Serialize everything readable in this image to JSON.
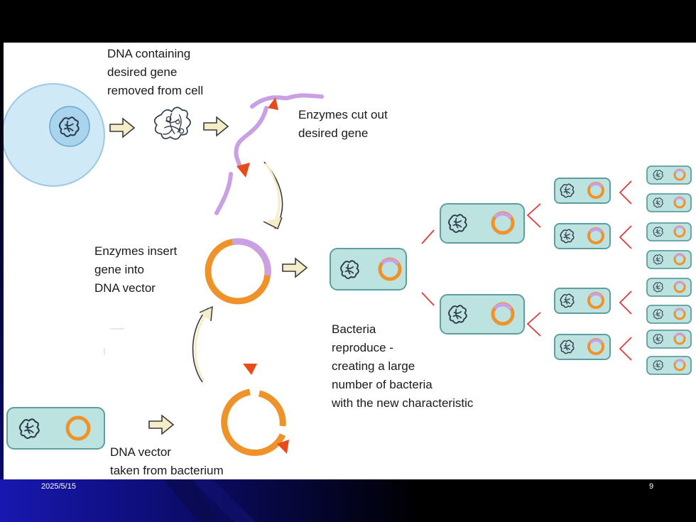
{
  "labels": {
    "dna_containing": "DNA containing\ndesired gene\nremoved from cell",
    "enzymes_cut": "Enzymes cut out\ndesired gene",
    "enzymes_insert": "Enzymes insert\ngene into\nDNA vector",
    "bacteria_reproduce": "Bacteria\nreproduce -\ncreating a large\nnumber of bacteria\nwith the new characteristic",
    "dna_vector": "DNA vector\ntaken from bacterium"
  },
  "footer": {
    "date": "2025/5/15",
    "page": "9"
  },
  "colors": {
    "plasmid_orange": "#f0922a",
    "gene_purple": "#c9a0e6",
    "bacterium_fill": "#bde3e1",
    "bacterium_border": "#5f9ea0",
    "cell_blue": "#c8e6f5",
    "enzyme_red": "#e84a1a",
    "line_red": "#e03a3a",
    "arrow_fill": "#f5ecc8"
  }
}
